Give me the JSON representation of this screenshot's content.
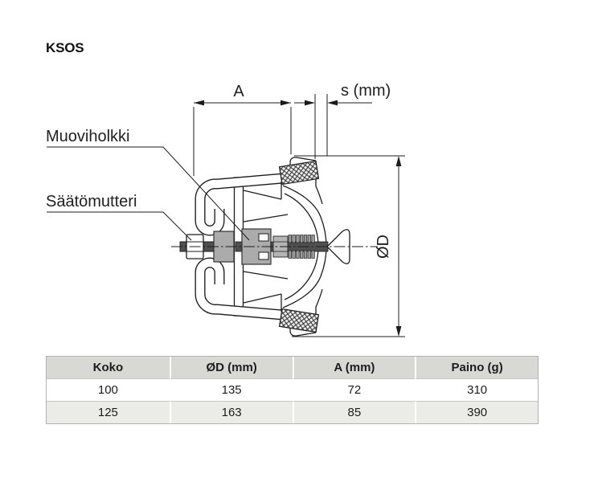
{
  "page": {
    "title": "KSOS"
  },
  "diagram": {
    "part_labels": {
      "plastic_sleeve": "Muoviholkki",
      "adjustment_nut": "Säätömutteri"
    },
    "dimension_labels": {
      "a": "A",
      "s": "s (mm)",
      "diameter": "ØD"
    }
  },
  "table": {
    "headers": [
      "Koko",
      "ØD (mm)",
      "A (mm)",
      "Paino (g)"
    ],
    "rows": [
      [
        "100",
        "135",
        "72",
        "310"
      ],
      [
        "125",
        "163",
        "85",
        "390"
      ]
    ]
  },
  "colors": {
    "line": "#1c1c1c",
    "block_gray": "#ababab",
    "shaft_gray": "#4f4f4f",
    "table_header_bg": "#d8d8d5",
    "table_row_alt_bg": "#ebebe8",
    "table_border": "#b2b2ae"
  }
}
